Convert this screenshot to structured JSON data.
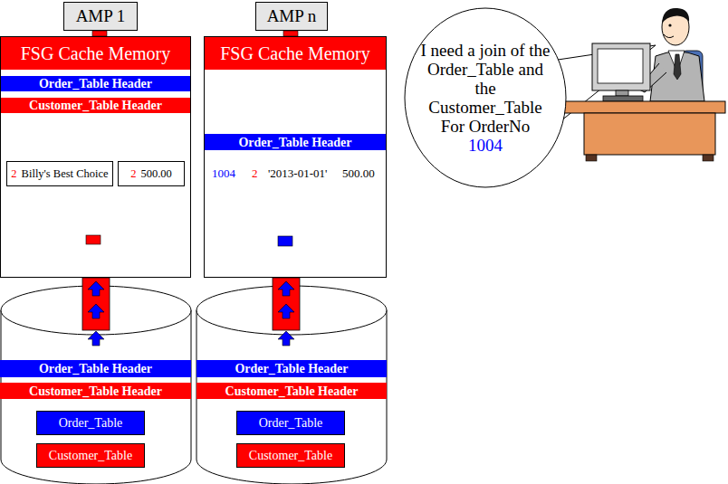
{
  "diagram": {
    "nodes": [
      {
        "text": [
          "AMP 1"
        ]
      },
      {
        "text": [
          "FSG Cache Memory"
        ]
      },
      {
        "text": [
          "Order_Table Header"
        ],
        "in": 1
      },
      {
        "text": [
          "Customer_Table Header"
        ],
        "in": 1
      },
      {
        "text": [
          "2",
          "Billy's Best Choice"
        ],
        "in": 1
      },
      {
        "text": [
          "2",
          "500.00"
        ],
        "in": 1
      },
      {
        "text": [
          "AMP n"
        ]
      },
      {
        "text": [
          "FSG Cache Memory"
        ]
      },
      {
        "text": [
          "Order_Table Header"
        ],
        "in": 7
      },
      {
        "text": [
          "Order_Table Header"
        ]
      },
      {
        "text": [
          "Customer_Table Header"
        ]
      },
      {
        "text": [
          "Order_Table"
        ]
      },
      {
        "text": [
          "Customer_Table"
        ]
      },
      {
        "text": [
          "Order_Table Header"
        ]
      },
      {
        "text": [
          "Customer_Table Header"
        ]
      },
      {
        "text": [
          "Order_Table"
        ]
      },
      {
        "text": [
          "Customer_Table"
        ]
      },
      {
        "text": [
          "I need a join of the Order_Table and the Customer_Table For OrderNo",
          "1004"
        ]
      }
    ],
    "labels": [
      "1004",
      "2",
      "'2013-01-01'",
      "500.00"
    ]
  }
}
